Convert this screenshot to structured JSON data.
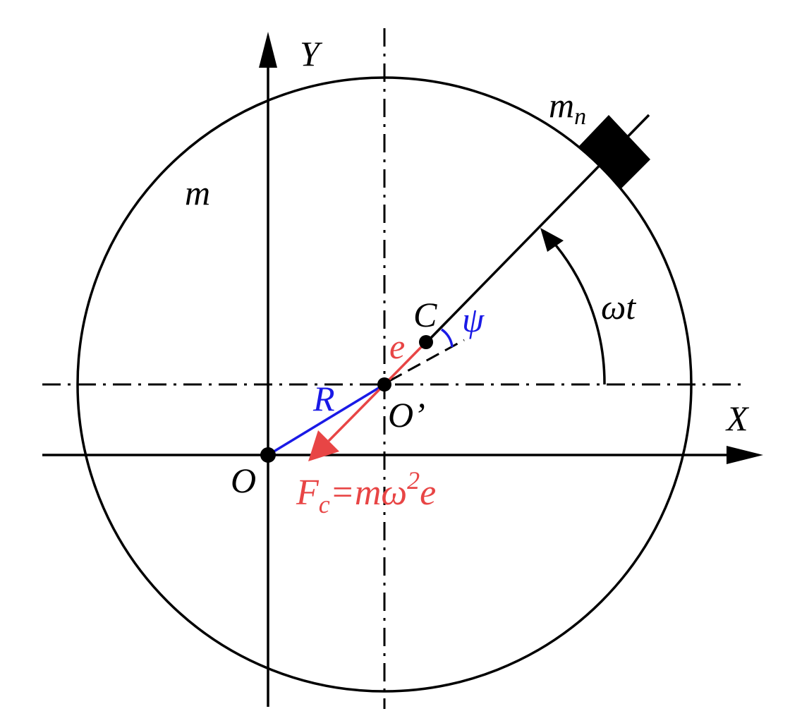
{
  "labels": {
    "y_axis": "Y",
    "x_axis": "X",
    "mass_disk": "m",
    "mass_n_base": "m",
    "mass_n_sub": "n",
    "point_c": "C",
    "angle_psi": "ψ",
    "angle_omega_t": "ωt",
    "eccentricity": "e",
    "radius": "R",
    "center_o_prime": "O’",
    "origin": "O",
    "force_f": "F",
    "force_sub": "c",
    "force_eq": "=m",
    "force_omega": "ω",
    "force_sup": "2",
    "force_e": "e"
  },
  "colors": {
    "line": "#000000",
    "radius": "#1a1ae6",
    "eccentricity": "#e84545",
    "force": "#e84545",
    "psi": "#1a1ae6"
  }
}
